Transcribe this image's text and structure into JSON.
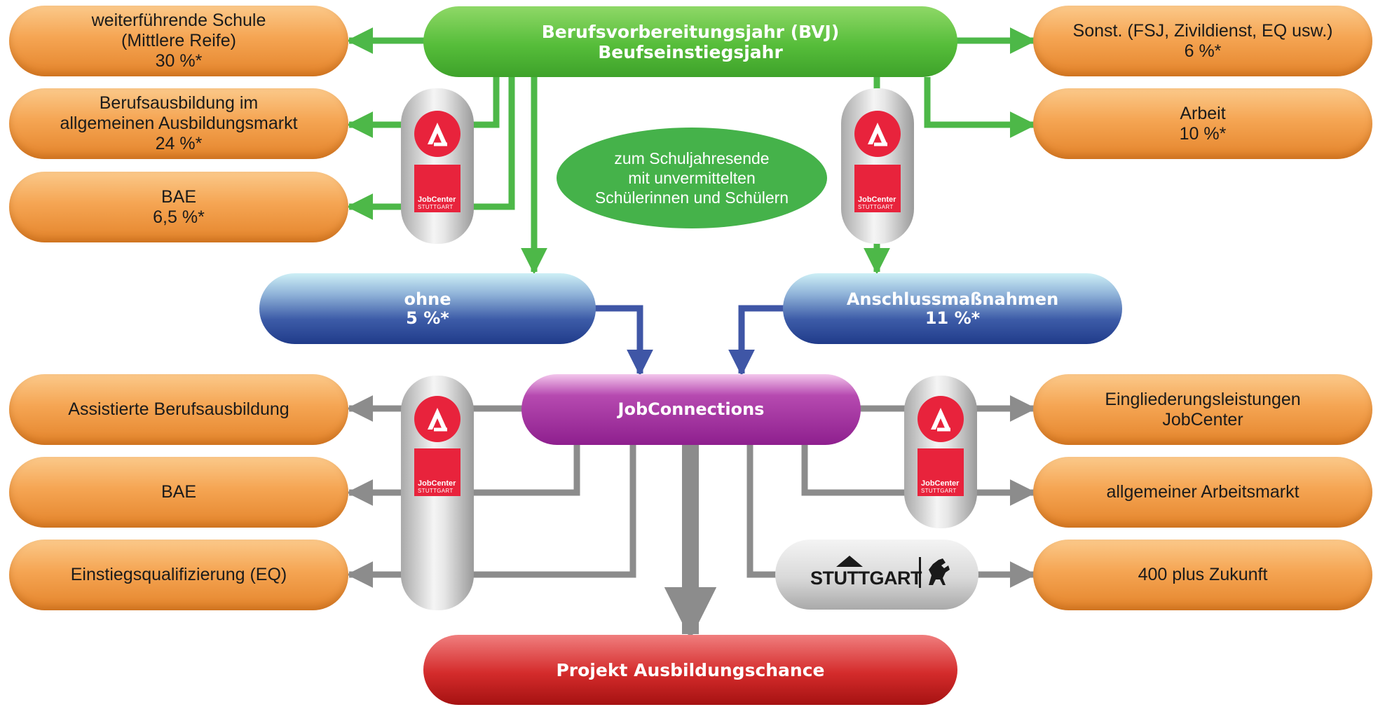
{
  "colors": {
    "green_arrow": "#4db848",
    "blue_arrow": "#3f56a6",
    "grey_arrow": "#8c8c8c",
    "orange": "#f5a553",
    "green": "#56bd3a",
    "blue": "#203b8a",
    "purple": "#8e1f8e",
    "red": "#d42b2b"
  },
  "top": {
    "line1": "Berufsvorbereitungsjahr (BVJ)",
    "line2": "Beufseinstiegsjahr"
  },
  "left_upper": [
    {
      "line1": "weiterführende Schule",
      "line2": "(Mittlere Reife)",
      "line3": "30 %*"
    },
    {
      "line1": "Berufsausbildung im",
      "line2": "allgemeinen Ausbildungsmarkt",
      "line3": "24 %*"
    },
    {
      "line1": "BAE",
      "line2": "6,5 %*"
    }
  ],
  "right_upper": [
    {
      "line1": "Sonst. (FSJ, Zivildienst, EQ usw.)",
      "line2": "6 %*"
    },
    {
      "line1": "Arbeit",
      "line2": "10 %*"
    }
  ],
  "center_note": {
    "line1": "zum Schuljahresende",
    "line2": "mit unvermittelten",
    "line3": "Schülerinnen und Schülern"
  },
  "ohne": {
    "line1": "ohne",
    "line2": "5 %*"
  },
  "anschluss": {
    "line1": "Anschlussmaßnahmen",
    "line2": "11 %*"
  },
  "jobconnections": "JobConnections",
  "left_lower": [
    "Assistierte Berufsausbildung",
    "BAE",
    "Einstiegsqualifizierung (EQ)"
  ],
  "right_lower": [
    {
      "line1": "Eingliederungsleistungen",
      "line2": "JobCenter"
    },
    {
      "line1": "allgemeiner Arbeitsmarkt"
    },
    {
      "line1": "400 plus Zukunft"
    }
  ],
  "projekt": "Projekt Ausbildungschance",
  "logos": {
    "jobcenter_line1": "JobCenter",
    "jobcenter_line2": "STUTTGART",
    "stuttgart": "STUTTGART",
    "icons": [
      "arbeitsagentur-logo-icon",
      "jobcenter-logo-icon",
      "stuttgart-city-logo-icon",
      "horse-icon"
    ]
  }
}
